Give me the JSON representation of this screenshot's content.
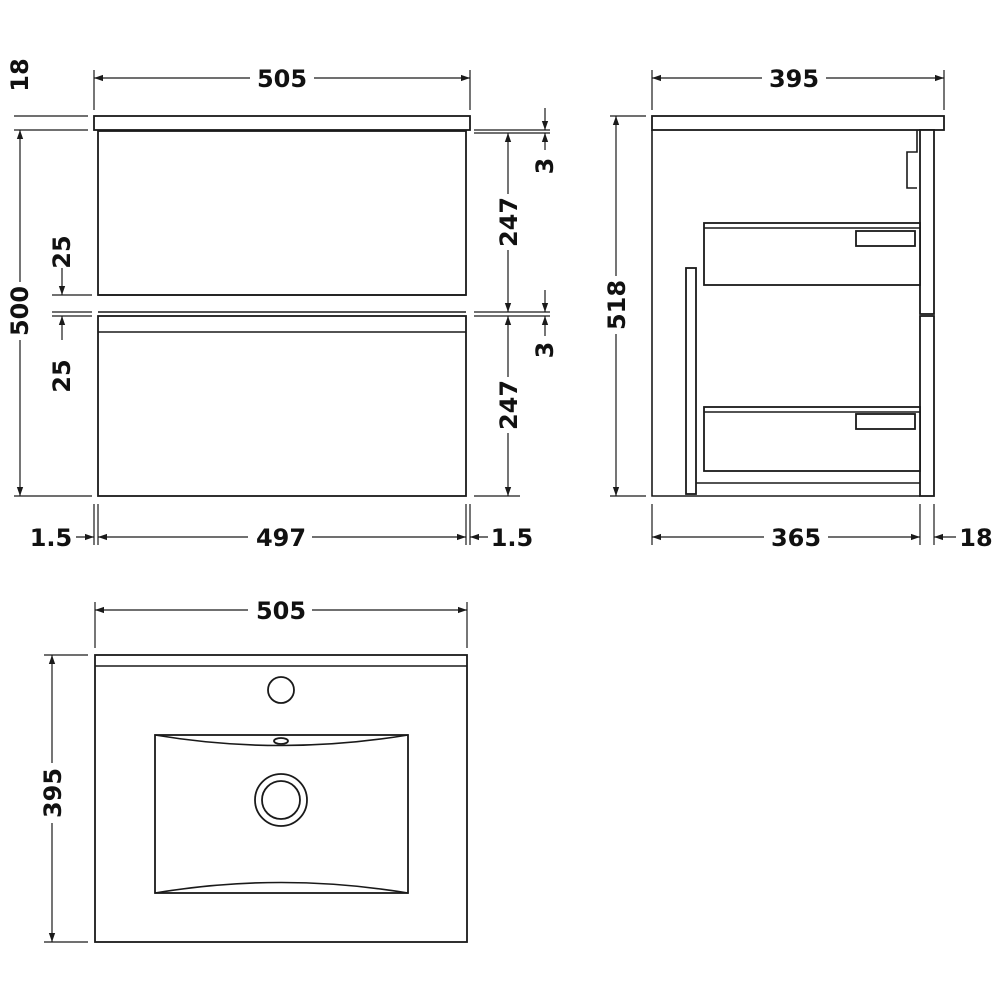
{
  "front_view": {
    "overall_width": "505",
    "worktop_thickness": "18",
    "overall_height": "500",
    "handle_gap_top": "25",
    "handle_gap_bottom": "25",
    "drawer_gap_top": "3",
    "drawer_gap_bottom": "3",
    "drawer_height_top": "247",
    "drawer_height_bottom": "247",
    "side_left": "1.5",
    "inner_width": "497",
    "side_right": "1.5"
  },
  "side_view": {
    "overall_depth": "395",
    "overall_height": "518",
    "carcass_depth": "365",
    "door_thickness": "18"
  },
  "top_view": {
    "width": "505",
    "depth": "395"
  },
  "colors": {
    "line": "#1a1a1a",
    "text": "#111111",
    "background": "#ffffff"
  }
}
